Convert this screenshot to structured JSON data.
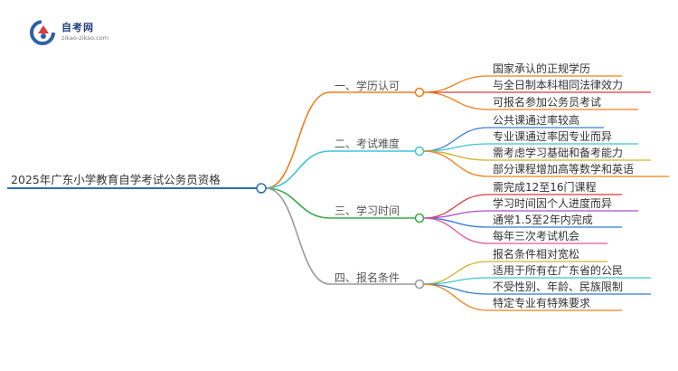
{
  "logo": {
    "title": "自考网",
    "url": "zikao-zikao.com"
  },
  "root": {
    "label": "2025年广东小学教育自学考试公务员资格"
  },
  "branches": [
    {
      "label": "一、学历认可",
      "color": "#f07f1a",
      "leaves": [
        {
          "label": "国家承认的正规学历",
          "color": "#f07f1a"
        },
        {
          "label": "与全日制本科相同法律效力",
          "color": "#d93a3a"
        },
        {
          "label": "可报名参加公务员考试",
          "color": "#f07f1a"
        }
      ]
    },
    {
      "label": "二、考试难度",
      "color": "#3cc7cf",
      "leaves": [
        {
          "label": "公共课通过率较高",
          "color": "#3a7bd5"
        },
        {
          "label": "专业课通过率因专业而异",
          "color": "#3cc7cf"
        },
        {
          "label": "需考虑学习基础和备考能力",
          "color": "#c9b62a"
        },
        {
          "label": "部分课程增加高等数学和英语",
          "color": "#f07f1a"
        }
      ]
    },
    {
      "label": "三、学习时间",
      "color": "#39a845",
      "leaves": [
        {
          "label": "需完成12至16门课程",
          "color": "#d93a3a"
        },
        {
          "label": "学习时间因个人进度而异",
          "color": "#a64fc9"
        },
        {
          "label": "通常1.5至2年内完成",
          "color": "#2f7bd8"
        },
        {
          "label": "每年三次考试机会",
          "color": "#e0589a"
        }
      ]
    },
    {
      "label": "四、报名条件",
      "color": "#9a9a9a",
      "leaves": [
        {
          "label": "报名条件相对宽松",
          "color": "#c9b62a"
        },
        {
          "label": "适用于所有在广东省的公民",
          "color": "#3cc7cf"
        },
        {
          "label": "不受性别、年龄、民族限制",
          "color": "#2f7bd8"
        },
        {
          "label": "特定专业有特殊要求",
          "color": "#f07f1a"
        }
      ]
    }
  ]
}
